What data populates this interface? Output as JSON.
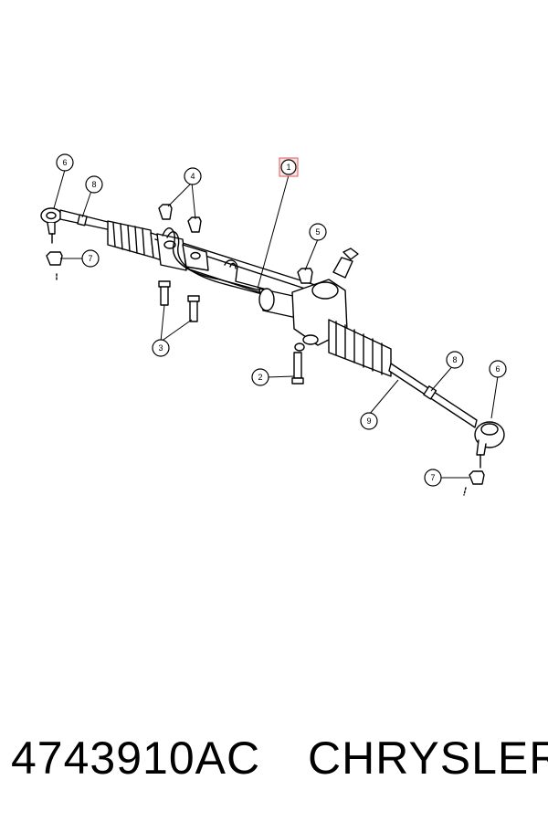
{
  "diagram": {
    "callouts": {
      "rack_assembly": "1",
      "bolt": "2",
      "mount_bolts": "3",
      "nuts_top": "4",
      "nut_right": "5",
      "tie_rod_end_left": "6",
      "tie_rod_end_right": "6",
      "cotter_nut_left": "7",
      "cotter_nut_right": "7",
      "jam_nut_left": "8",
      "jam_nut_right": "8",
      "boot": "9"
    },
    "highlight_color": "#e05a5a"
  },
  "footer": {
    "part_number": "4743910AC",
    "brand": "CHRYSLER"
  }
}
